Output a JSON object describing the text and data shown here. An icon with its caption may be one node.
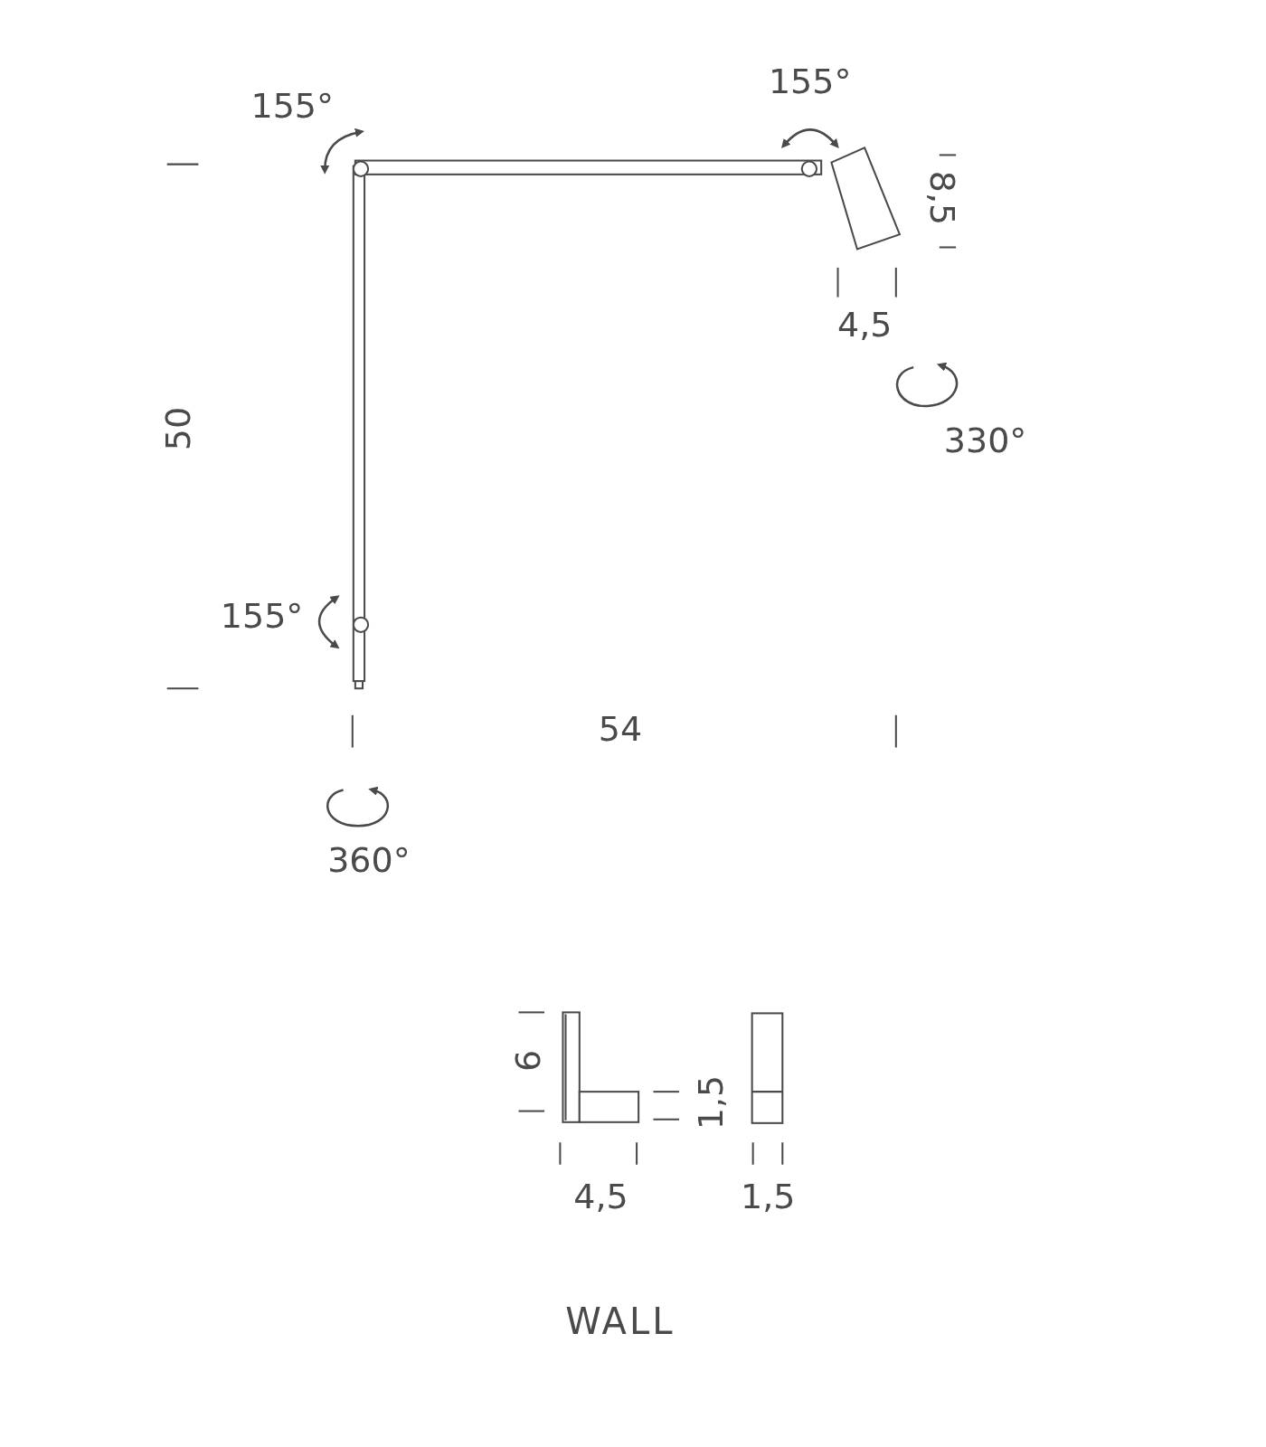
{
  "diagram": {
    "caption": "WALL",
    "labels": [
      "155°",
      "155°",
      "8,5",
      "4,5",
      "330°",
      "50",
      "155°",
      "54",
      "360°",
      "6",
      "1,5",
      "4,5",
      "1,5"
    ]
  }
}
